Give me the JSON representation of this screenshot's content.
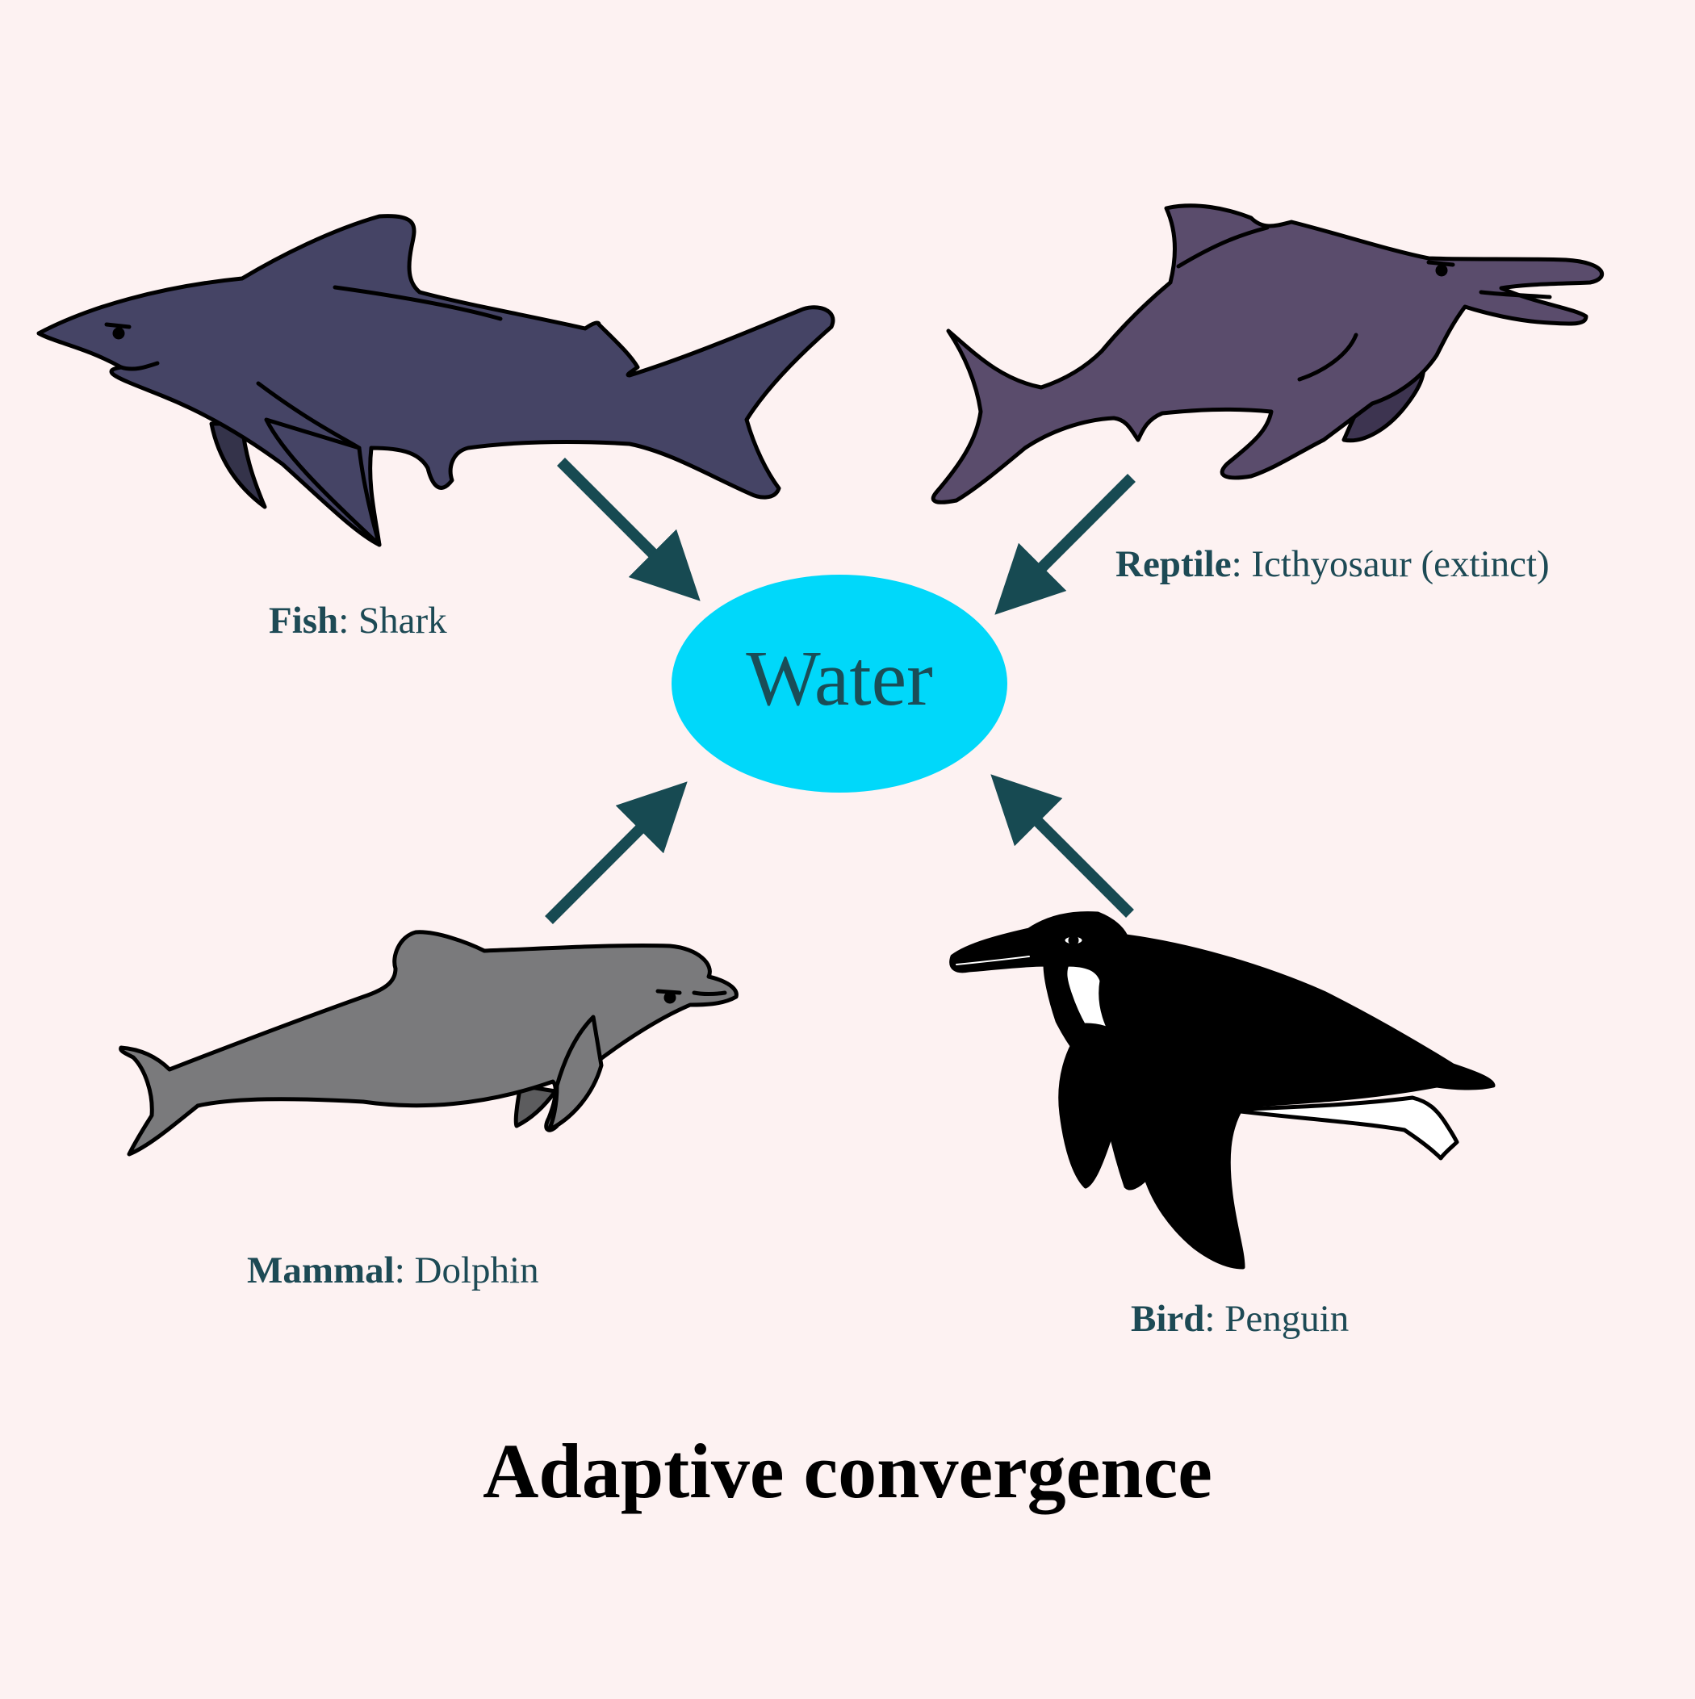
{
  "title": "Adaptive convergence",
  "center": {
    "label": "Water"
  },
  "animals": {
    "shark": {
      "class": "Fish",
      "name": ": Shark"
    },
    "ichthyosaur": {
      "class": "Reptile",
      "name": ": Icthyosaur (extinct)"
    },
    "dolphin": {
      "class": "Mammal",
      "name": ": Dolphin"
    },
    "penguin": {
      "class": "Bird",
      "name": ": Penguin"
    }
  },
  "colors": {
    "background": "#fdf2f2",
    "water": "#00d8fa",
    "arrow": "#174a52",
    "label_text": "#1d4a55",
    "shark": "#454465",
    "ichthyosaur": "#5a4c6c",
    "dolphin": "#7a7a7c",
    "penguin": "#000000"
  }
}
